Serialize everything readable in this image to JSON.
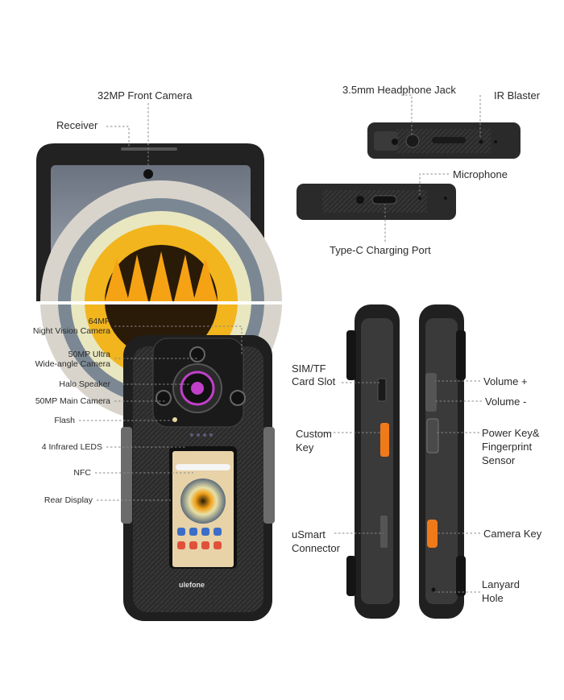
{
  "brand": {
    "logo_text": "ulefone"
  },
  "labels": {
    "front_camera": "32MP Front Camera",
    "receiver": "Receiver",
    "headphone_jack": "3.5mm Headphone Jack",
    "ir_blaster": "IR Blaster",
    "microphone": "Microphone",
    "type_c": "Type-C Charging Port",
    "night_vision": [
      "64MP",
      "Night Vision Camera"
    ],
    "ultra_wide": [
      "50MP Ultra",
      "Wide-angle Camera"
    ],
    "halo_speaker": "Halo Speaker",
    "main_camera": "50MP Main Camera",
    "flash": "Flash",
    "infrared": "4 Infrared LEDS",
    "nfc": "NFC",
    "rear_display": "Rear Display",
    "sim_slot": [
      "SIM/TF",
      "Card Slot"
    ],
    "custom_key": [
      "Custom",
      "Key"
    ],
    "usmart": [
      "uSmart",
      "Connector"
    ],
    "volume_up": "Volume +",
    "volume_down": "Volume -",
    "power_key": [
      "Power Key&",
      "Fingerprint",
      "Sensor"
    ],
    "camera_key": "Camera Key",
    "lanyard": [
      "Lanyard",
      "Hole"
    ]
  },
  "colors": {
    "accent_orange": "#f07a1a",
    "body_dark": "#2a2a2a",
    "halo_purple": "#c040c8"
  }
}
